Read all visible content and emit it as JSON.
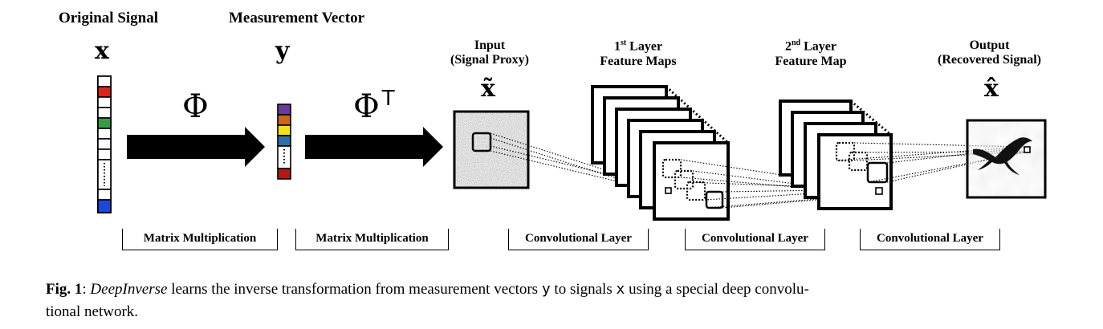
{
  "labels": {
    "original_signal": "Original Signal",
    "measurement_vector": "Measurement Vector",
    "input_line1": "Input",
    "input_line2": "(Signal Proxy)",
    "layer1_sup": "st",
    "layer1_suffix": " Layer",
    "layer1_line2": "Feature Maps",
    "layer2_sup": "nd",
    "layer2_suffix": " Layer",
    "layer2_line2": "Feature Map",
    "output_line1": "Output",
    "output_line2": "(Recovered Signal)",
    "layer1_num": "1",
    "layer2_num": "2"
  },
  "symbols": {
    "x": "x",
    "y": "y",
    "phi": "Φ",
    "phi_t": "Φ",
    "transpose": "T",
    "x_tilde": "x̃",
    "x_hat": "x̂"
  },
  "stages": [
    "Matrix Multiplication",
    "Matrix Multiplication",
    "Convolutional Layer",
    "Convolutional Layer",
    "Convolutional Layer"
  ],
  "caption": {
    "fig": "Fig. 1",
    "colon": ": ",
    "name": "DeepInverse",
    "t1": " learns the inverse transformation from measurement vectors ",
    "y": "y",
    "t2": " to signals ",
    "x": "x",
    "t3": " using a special deep convolu-",
    "line2": "tional network."
  },
  "colors": {
    "red": "#d8261c",
    "green": "#3a9a4a",
    "blue": "#1c48d8",
    "purple": "#6a3a9a",
    "orange": "#c8661e",
    "yellow": "#f0e020",
    "steel": "#2e6fa8",
    "darkred": "#b01818"
  }
}
